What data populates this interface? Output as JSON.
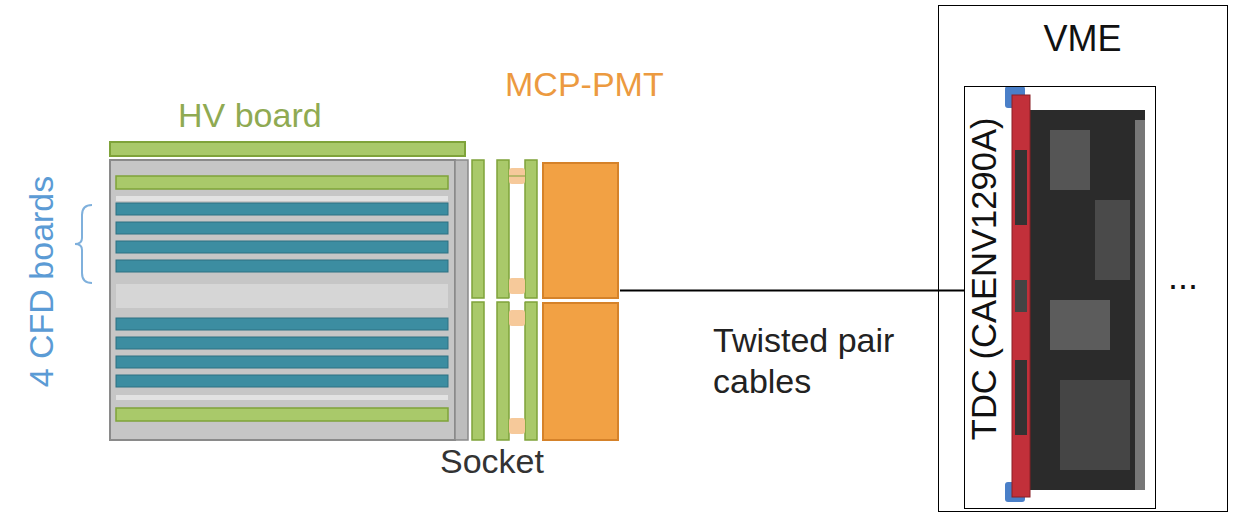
{
  "diagram": {
    "nodes": [
      {
        "text": [
          "MCP-PMT"
        ]
      },
      {
        "text": [
          "VME"
        ]
      },
      {
        "text": [
          "TDC (CAENV1290A)"
        ],
        "in": 1
      }
    ],
    "edges": [
      {
        "from": 0,
        "to": 2,
        "arrow": "none",
        "label": "Twisted pair cables"
      }
    ],
    "labels": [
      "HV board",
      "4 CFD boards",
      "Socket",
      "..."
    ]
  }
}
